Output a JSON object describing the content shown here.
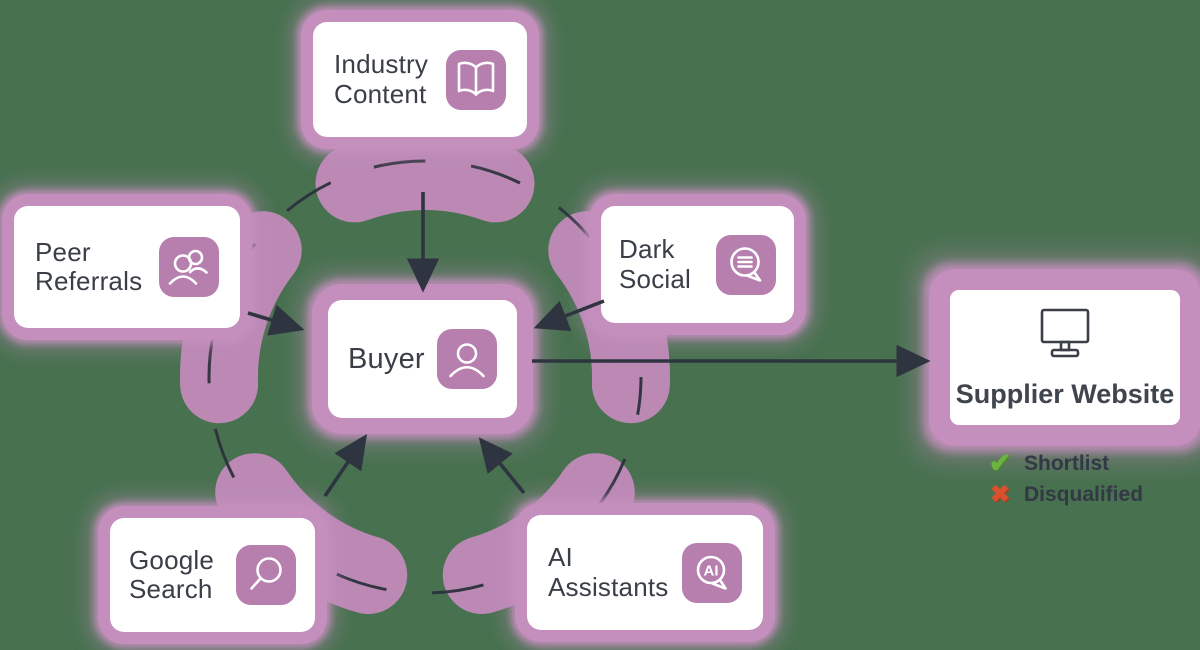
{
  "canvas": {
    "background_color": "#47714f"
  },
  "colors": {
    "ring_segment": "#bc89b5",
    "icon_tile": "#b67fae",
    "card_glow": "#c48fbd",
    "card_background": "#ffffff",
    "arrow_dark": "#2e3440",
    "label_text": "#3a3e47",
    "shortlist_green": "#6db33f",
    "disqualified_red": "#d9502e"
  },
  "nodes": {
    "industry_content": {
      "label": "Industry\nContent",
      "icon": "open-book"
    },
    "peer_referrals": {
      "label": "Peer\nReferrals",
      "icon": "two-people"
    },
    "dark_social": {
      "label": "Dark\nSocial",
      "icon": "chat-bubble-lines"
    },
    "google_search": {
      "label": "Google\nSearch",
      "icon": "magnifier"
    },
    "ai_assistants": {
      "label": "AI\nAssistants",
      "icon": "ai-chat-bubble",
      "badge": "AI"
    },
    "buyer": {
      "label": "Buyer",
      "icon": "person"
    },
    "supplier_website": {
      "label": "Supplier Website",
      "icon": "monitor"
    }
  },
  "outcomes": [
    {
      "label": "Shortlist",
      "icon": "check",
      "glyph": "✔",
      "color": "#6db33f"
    },
    {
      "label": "Disqualified",
      "icon": "cross",
      "glyph": "✖",
      "color": "#d9502e"
    }
  ]
}
